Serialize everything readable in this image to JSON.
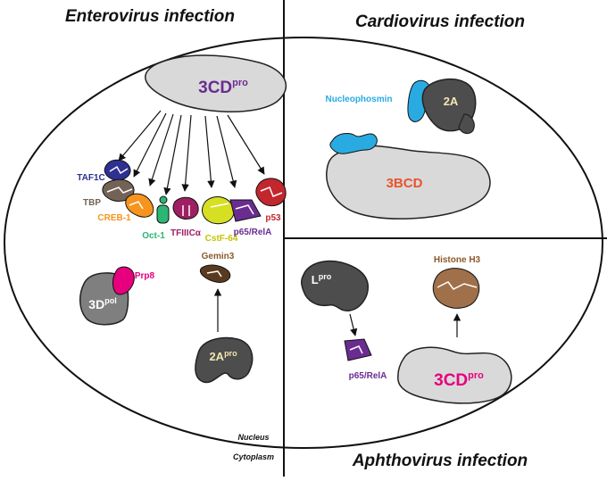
{
  "colors": {
    "enzyme_grey": "#d9d9d9",
    "dark_grey": "#4d4d4d",
    "purple": "#6a2c91",
    "magenta": "#e6007e",
    "orange": "#f7941d",
    "cyan": "#29abe2",
    "yellow": "#d7df23",
    "brown": "#8b5a2b",
    "red": "#c1272d",
    "green": "#2bb673",
    "navy": "#2e3192",
    "taupe": "#736357",
    "plum": "#9e1f63"
  },
  "quadrants": {
    "enterovirus": {
      "title": "Enterovirus infection",
      "protease": {
        "name": "3CD",
        "sup": "pro"
      },
      "targets": [
        "TAF1C",
        "TBP",
        "CREB-1",
        "Oct-1",
        "TFIIICα",
        "CstF-64",
        "p65/RelA",
        "p53"
      ],
      "polymerase": {
        "name": "3D",
        "sup": "pol"
      },
      "polymerase_partner": "Prp8",
      "protease2": {
        "name": "2A",
        "sup": "pro"
      },
      "protease2_target": "Gemin3"
    },
    "cardiovirus": {
      "title": "Cardiovirus infection",
      "protein": "3BCD",
      "partner_2a": "2A",
      "partner_np": "Nucleophosmin"
    },
    "aphthovirus": {
      "title": "Aphthovirus infection",
      "lpro": {
        "name": "L",
        "sup": "pro"
      },
      "lpro_target": "p65/RelA",
      "protease": {
        "name": "3CD",
        "sup": "pro"
      },
      "protease_target": "Histone H3"
    }
  },
  "compartments": {
    "nucleus": "Nucleus",
    "cytoplasm": "Cytoplasm"
  }
}
